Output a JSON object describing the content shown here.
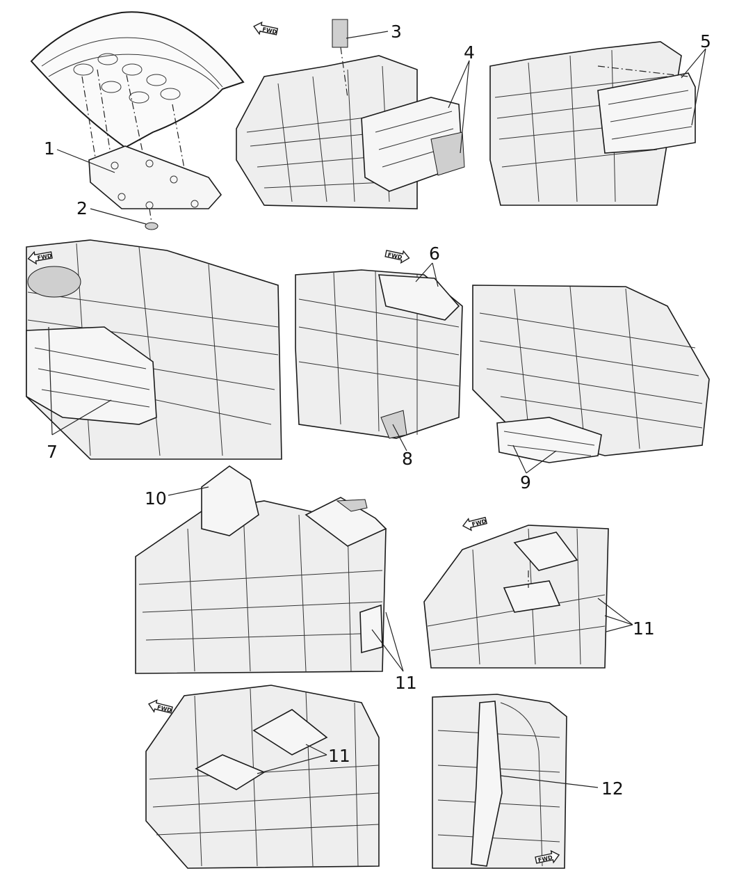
{
  "callouts": {
    "c1": "1",
    "c2": "2",
    "c3": "3",
    "c4": "4",
    "c5": "5",
    "c6": "6",
    "c7": "7",
    "c8": "8",
    "c9": "9",
    "c10": "10",
    "c11a": "11",
    "c11b": "11",
    "c11c": "11",
    "c12": "12"
  },
  "fwd_arrows": {
    "a1": "FWD",
    "a2": "FWD",
    "a3": "FWD",
    "a4": "FWD",
    "a5": "FWD",
    "a6": "FWD"
  }
}
